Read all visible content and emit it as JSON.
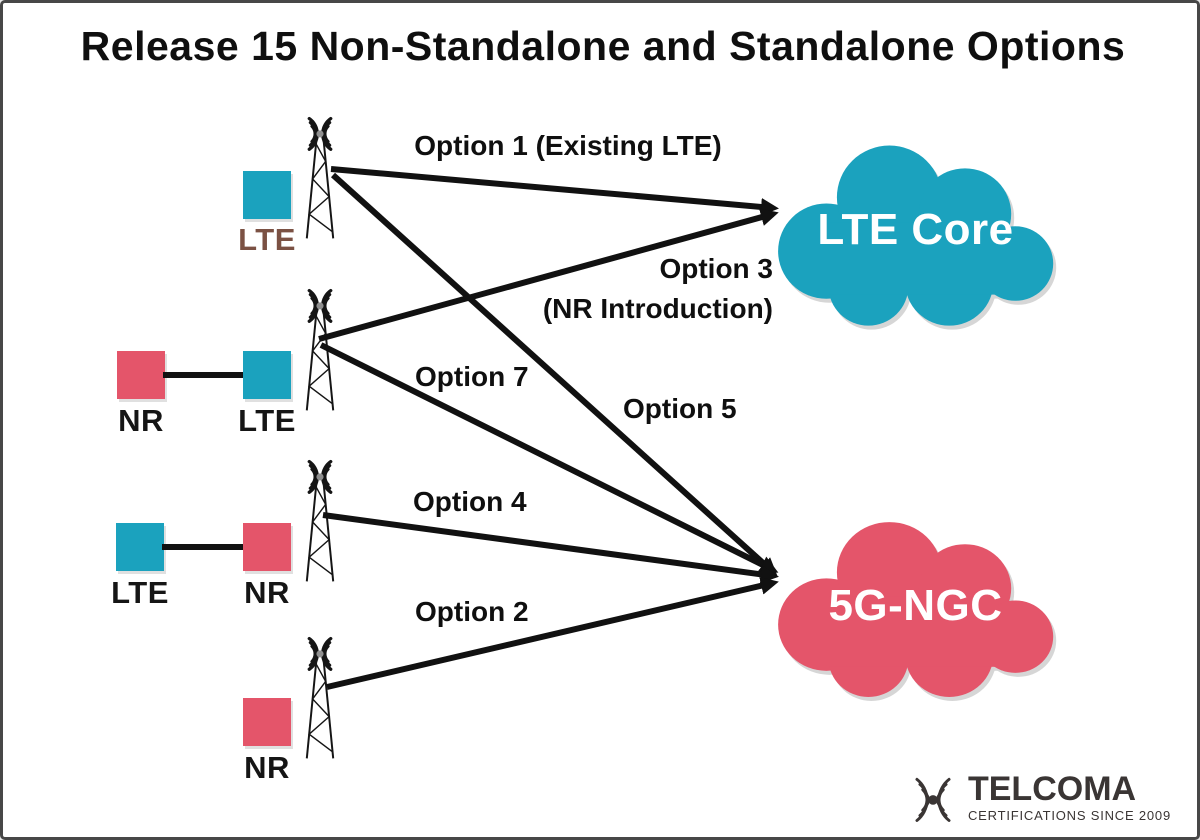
{
  "title": "Release 15 Non-Standalone and Standalone Options",
  "colors": {
    "teal": "#1BA2BE",
    "pink": "#E4556A",
    "brown": "#7B5143",
    "ink": "#111111",
    "logo_ink": "#3A3534"
  },
  "nodes": [
    {
      "id": "lte-enb",
      "boxes": [
        {
          "label": "LTE",
          "color": "teal",
          "label_color": "brown"
        }
      ]
    },
    {
      "id": "nr-lte-pair",
      "boxes": [
        {
          "label": "NR",
          "color": "pink"
        },
        {
          "label": "LTE",
          "color": "teal"
        }
      ]
    },
    {
      "id": "lte-nr-pair",
      "boxes": [
        {
          "label": "LTE",
          "color": "teal"
        },
        {
          "label": "NR",
          "color": "pink"
        }
      ]
    },
    {
      "id": "nr-gnb",
      "boxes": [
        {
          "label": "NR",
          "color": "pink"
        }
      ]
    }
  ],
  "clouds": [
    {
      "id": "lte-core",
      "label": "LTE Core",
      "color": "#1BA2BE"
    },
    {
      "id": "5g-ngc",
      "label": "5G-NGC",
      "color": "#E4556A"
    }
  ],
  "connections": [
    {
      "id": "option-1",
      "label": "Option 1 (Existing LTE)",
      "from": "lte-enb",
      "to": "lte-core"
    },
    {
      "id": "option-3",
      "label": "Option 3",
      "sublabel": "(NR Introduction)",
      "from": "nr-lte-pair",
      "to": "lte-core"
    },
    {
      "id": "option-5",
      "label": "Option 5",
      "from": "lte-enb",
      "to": "5g-ngc"
    },
    {
      "id": "option-7",
      "label": "Option 7",
      "from": "nr-lte-pair",
      "to": "5g-ngc"
    },
    {
      "id": "option-4",
      "label": "Option 4",
      "from": "lte-nr-pair",
      "to": "5g-ngc"
    },
    {
      "id": "option-2",
      "label": "Option 2",
      "from": "nr-gnb",
      "to": "5g-ngc"
    }
  ],
  "logo": {
    "brand": "TELCOMA",
    "tagline": "CERTIFICATIONS SINCE 2009"
  }
}
